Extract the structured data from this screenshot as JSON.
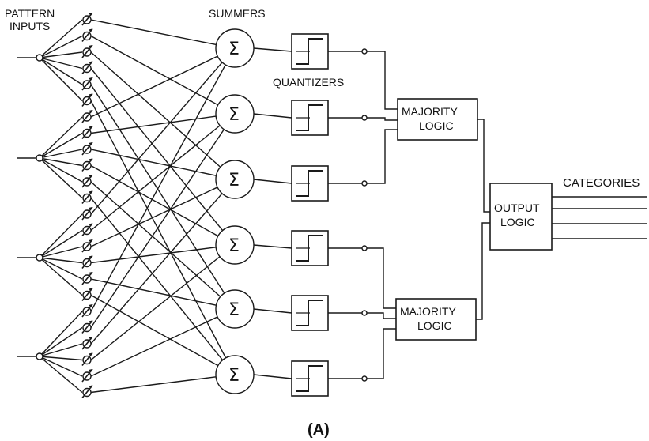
{
  "labels": {
    "pattern_inputs_line1": "PATTERN",
    "pattern_inputs_line2": "INPUTS",
    "summers": "SUMMERS",
    "quantizers": "QUANTIZERS",
    "categories": "CATEGORIES",
    "figure_caption": "(A)"
  },
  "summer_symbol": "Σ",
  "majority_logic": [
    {
      "line1": "MAJORITY",
      "line2": "LOGIC"
    },
    {
      "line1": "MAJORITY",
      "line2": "LOGIC"
    }
  ],
  "output_logic": {
    "line1": "OUTPUT",
    "line2": "LOGIC"
  },
  "counts": {
    "pattern_inputs": 4,
    "weights_per_input": 6,
    "summers": 6,
    "quantizers": 6,
    "majority_logic_units": 2,
    "category_outputs": 4
  },
  "colors": {
    "ink": "#1a1a1a",
    "paper": "#ffffff"
  }
}
